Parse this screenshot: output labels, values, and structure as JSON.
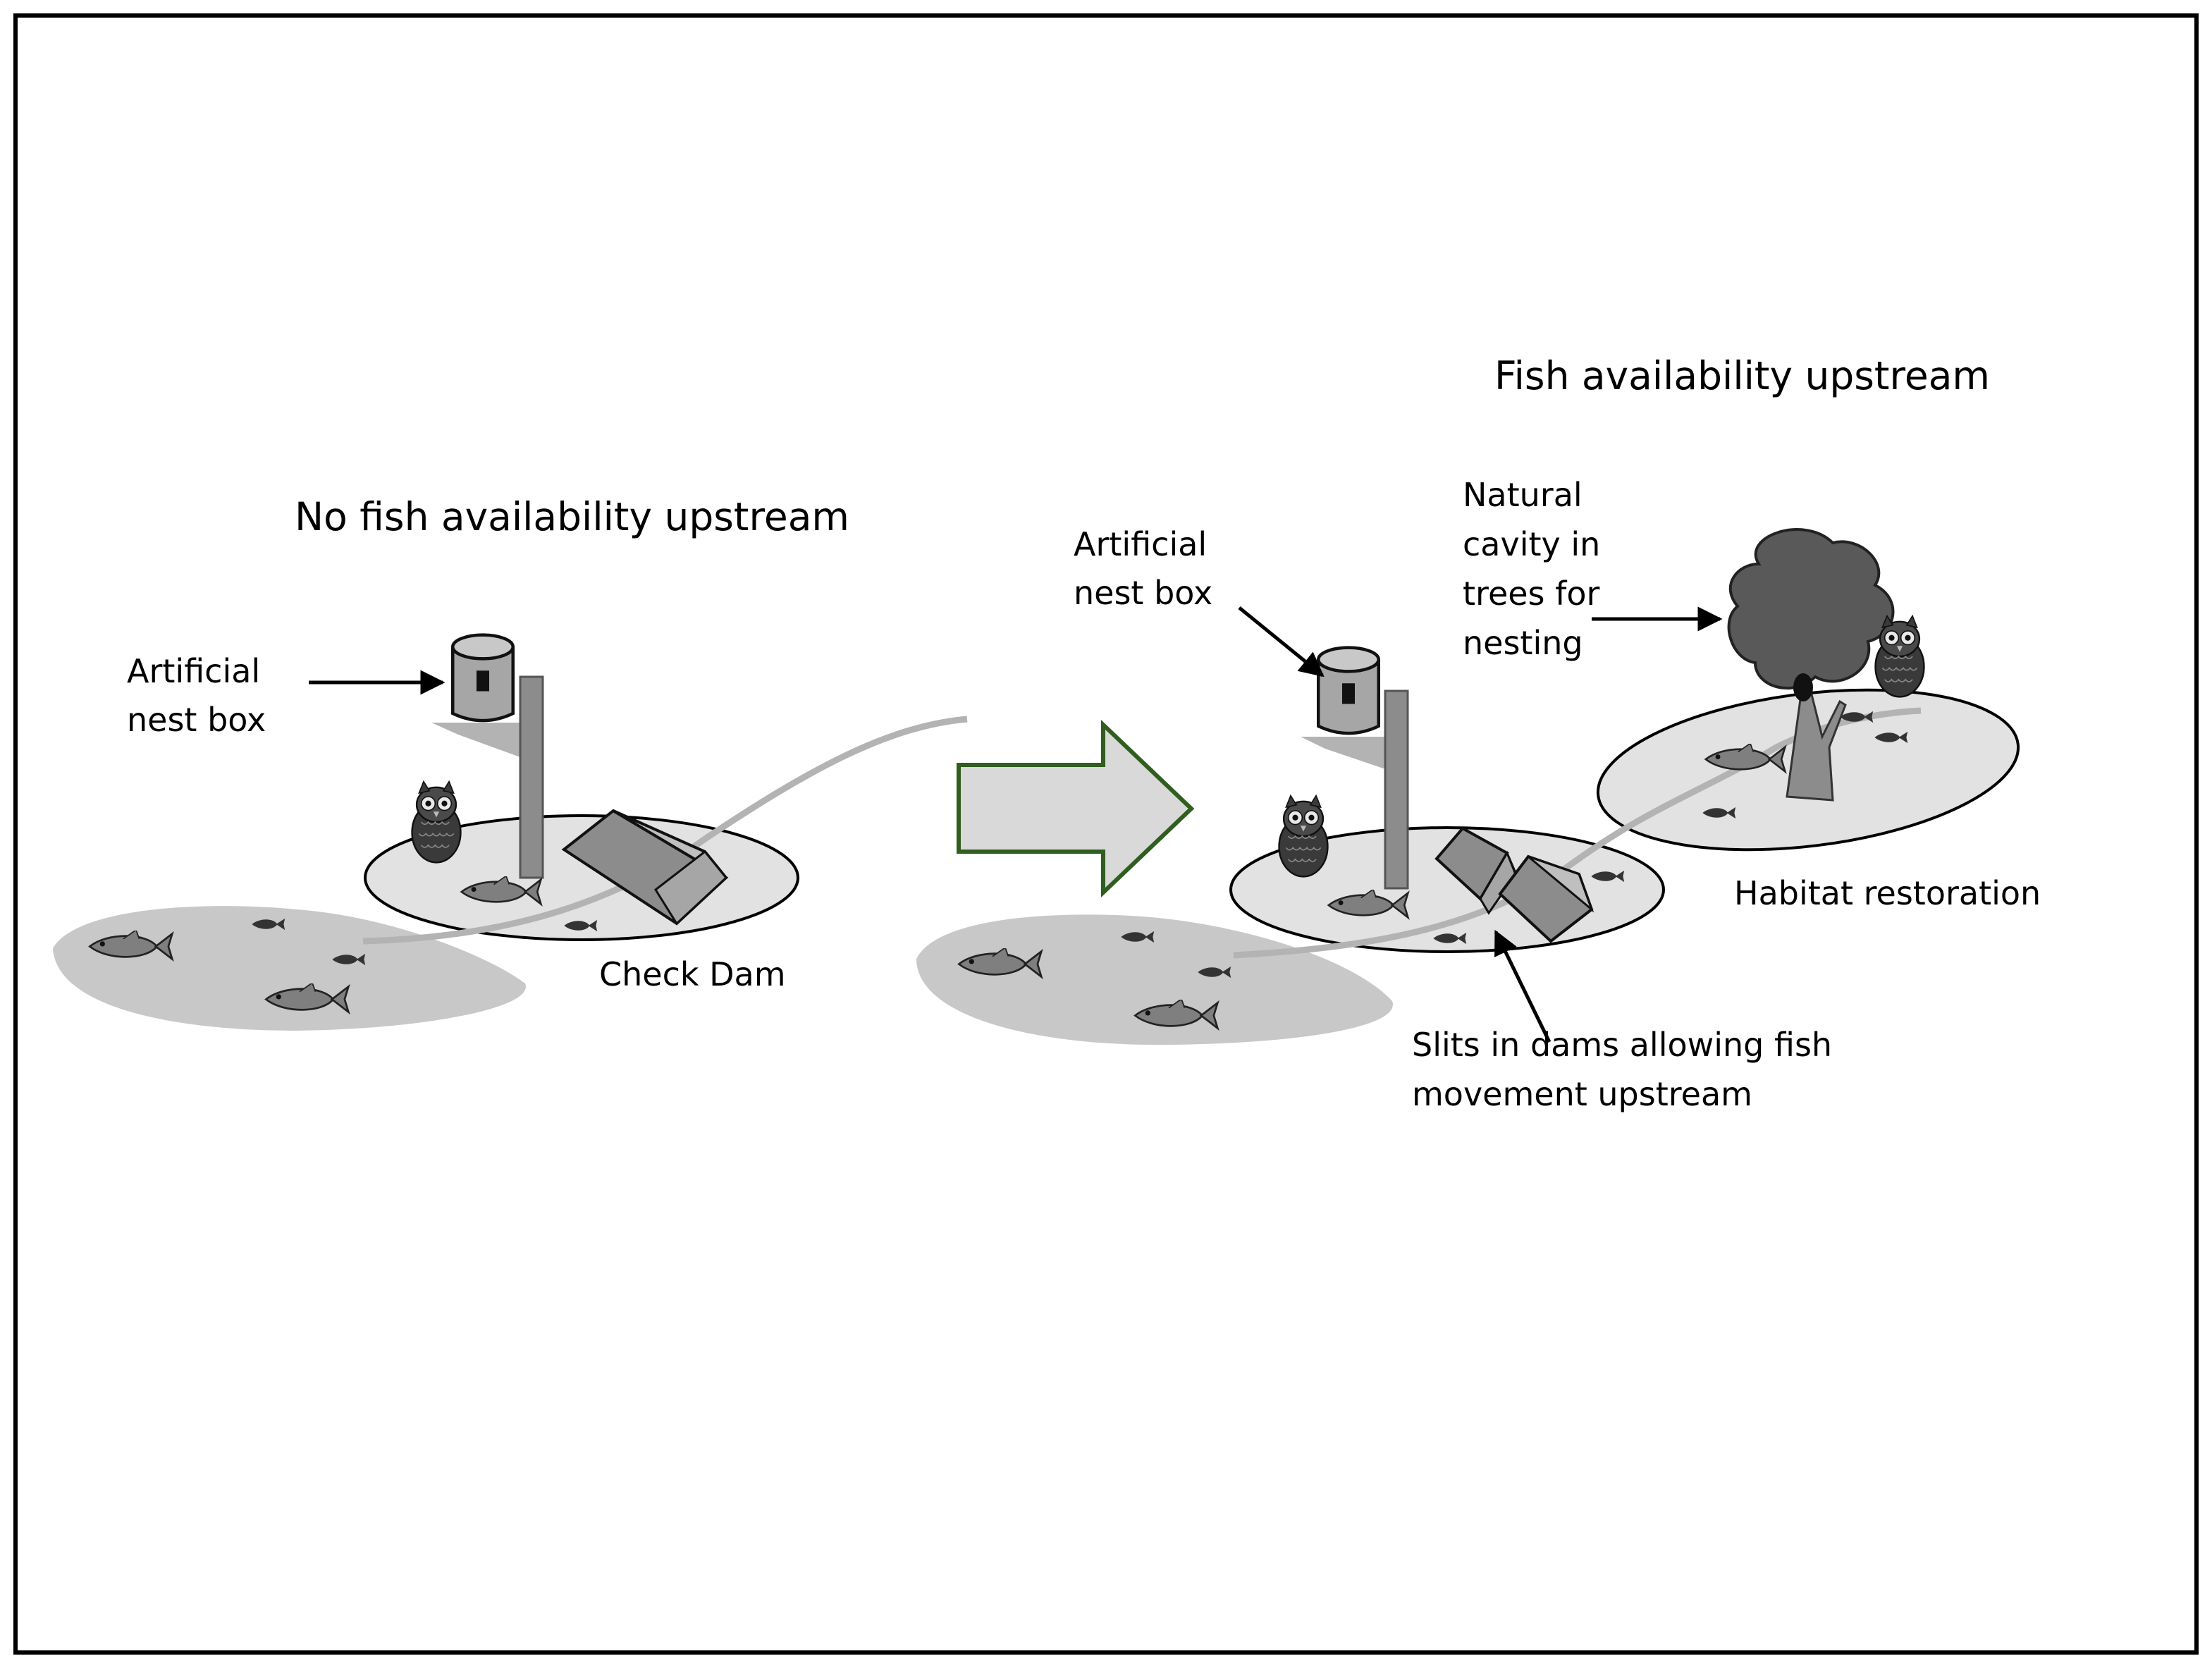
{
  "left_scene": {
    "title": "No fish availability upstream",
    "nest_box_label": [
      "Artificial",
      "nest box"
    ],
    "dam_label": "Check Dam"
  },
  "right_scene": {
    "title": "Fish availability upstream",
    "nest_box_label": [
      "Artificial",
      "nest box"
    ],
    "cavity_label": [
      "Natural",
      "cavity in",
      "trees for",
      "nesting"
    ],
    "slits_label": [
      "Slits in dams allowing fish",
      "movement upstream"
    ],
    "habitat_label": "Habitat restoration"
  },
  "colors": {
    "frame": "#000000",
    "water_dark": "#c8c8c8",
    "water_light": "#e2e2e2",
    "stream": "#b3b3b3",
    "arrow_outline": "#2f5e1e",
    "arrow_fill": "#d9d9d9",
    "fish": "#7f7f7f",
    "dam": "#8c8c8c",
    "tree": "#595959",
    "owl": "#404040"
  }
}
